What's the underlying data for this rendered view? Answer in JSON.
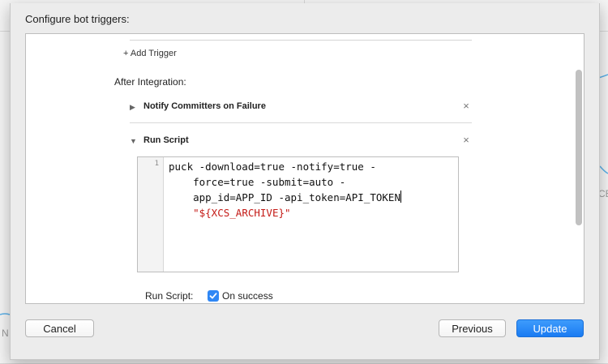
{
  "background": {
    "fragments": [
      "N",
      "CE"
    ]
  },
  "dialog": {
    "title": "Configure bot triggers:",
    "add_trigger_label": "+ Add Trigger",
    "section_label": "After Integration:",
    "triggers": [
      {
        "name": "Notify Committers on Failure",
        "expanded": false,
        "disclosure": "▶",
        "remove": "×"
      },
      {
        "name": "Run Script",
        "expanded": true,
        "disclosure": "▼",
        "remove": "×"
      }
    ],
    "script": {
      "line_number": "1",
      "code_plain": "puck -download=true -notify=true -\n    force=true -submit=auto -\n    app_id=APP_ID -api_token=API_TOKEN",
      "code_string": "\"${XCS_ARCHIVE}\""
    },
    "run_script_label": "Run Script:",
    "on_success_label": "On success",
    "on_success_checked": true
  },
  "buttons": {
    "cancel": "Cancel",
    "previous": "Previous",
    "update": "Update"
  },
  "colors": {
    "accent": "#1a7bf2",
    "string": "#c41a16"
  }
}
